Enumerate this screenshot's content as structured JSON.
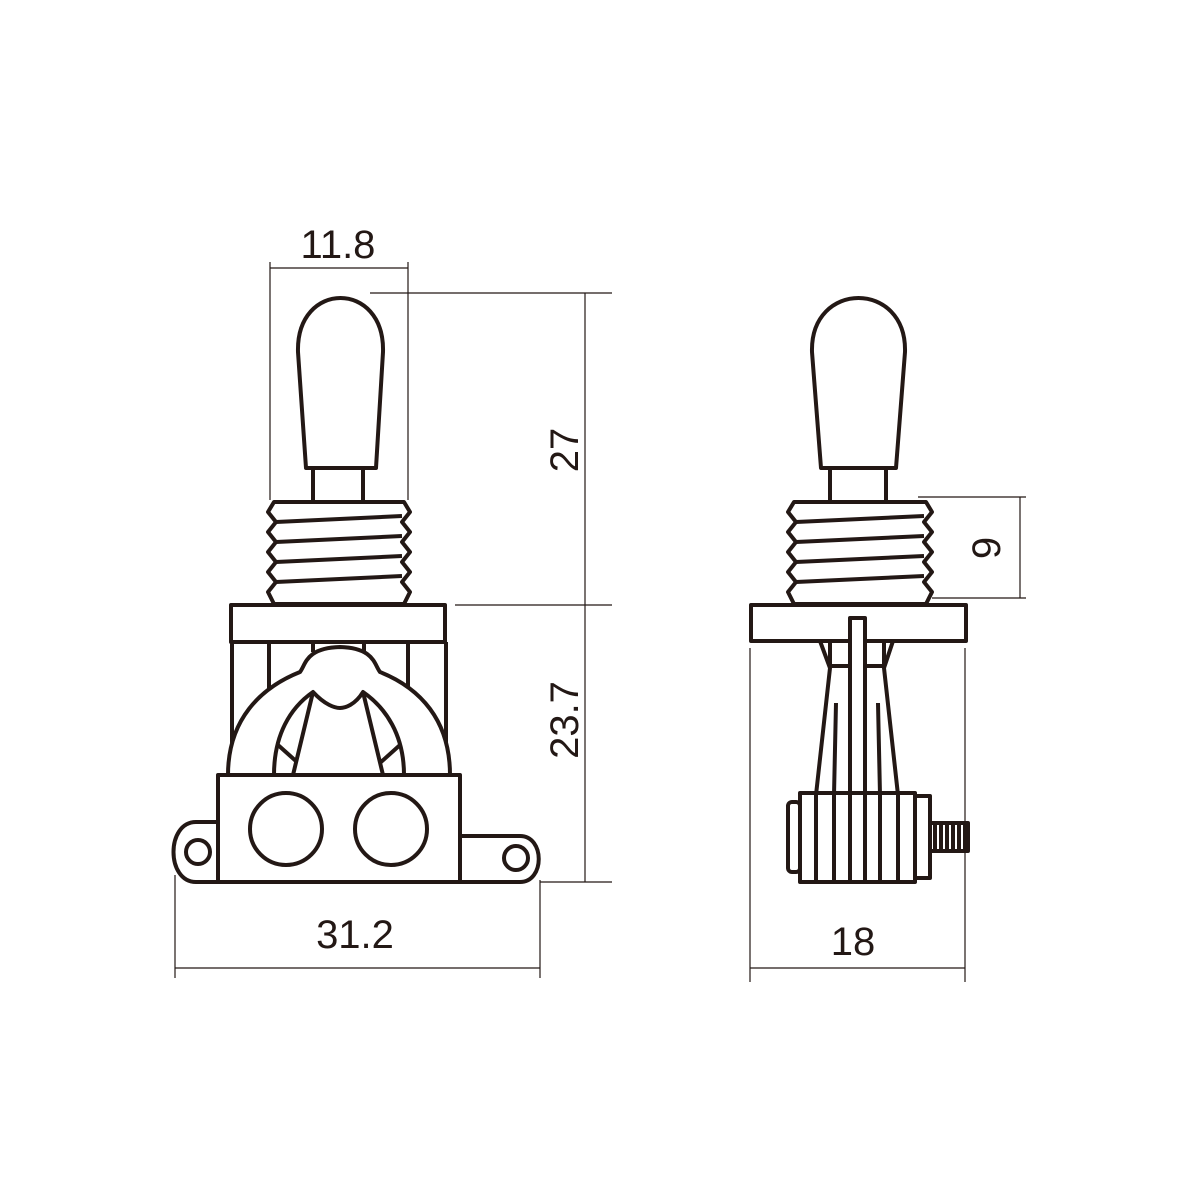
{
  "front_view": {
    "dimensions": {
      "lever_width": "11.8",
      "upper_height": "27",
      "lower_height": "23.7",
      "total_width": "31.2"
    }
  },
  "side_view": {
    "dimensions": {
      "thread_length": "9",
      "depth": "18"
    }
  },
  "colors": {
    "line": "#231815",
    "background": "#ffffff"
  }
}
